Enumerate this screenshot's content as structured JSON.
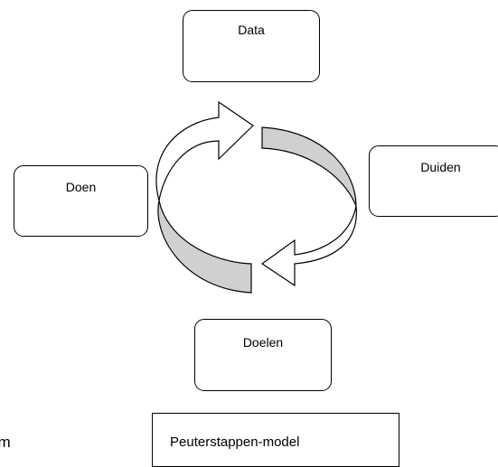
{
  "nodes": {
    "data": "Data",
    "duiden": "Duiden",
    "doen": "Doen",
    "doelen": "Doelen"
  },
  "caption": "Peuterstappen-model",
  "left_text_fragment": "om",
  "colors": {
    "stroke": "#000000",
    "band_shade": "#d0d0d0",
    "background": "#ffffff"
  }
}
